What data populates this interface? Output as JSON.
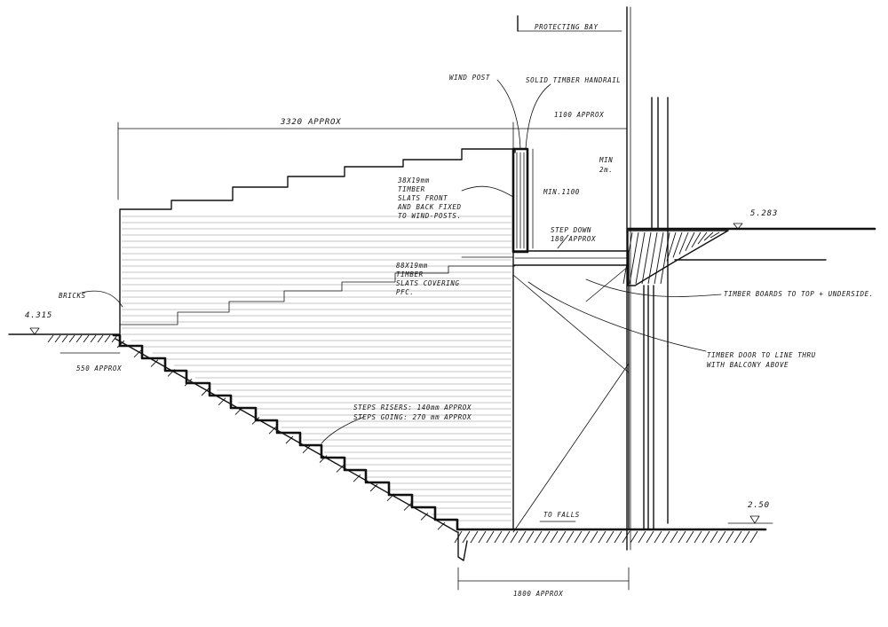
{
  "labels": {
    "protecting_bay": "PROTECTING BAY",
    "wind_post": "WIND POST",
    "handrail": "SOLID TIMBER HANDRAIL",
    "dim_3320": "3320 APPROX",
    "dim_1100": "1100 APPROX",
    "min_2m_1": "MIN",
    "min_2m_2": "2m.",
    "min_1100": "MIN.1100",
    "slats_1": "38X19mm",
    "slats_2": "TIMBER",
    "slats_3": "SLATS FRONT",
    "slats_4": "AND BACK FIXED",
    "slats_5": "TO WIND-POSTS.",
    "step_down_1": "STEP DOWN",
    "step_down_2": "180 APPROX",
    "level_right_top": "5.283",
    "slats_pfc_1": "88X19mm",
    "slats_pfc_2": "TIMBER",
    "slats_pfc_3": "SLATS COVERING",
    "slats_pfc_4": "PFC.",
    "boards_note": "TIMBER BOARDS TO TOP + UNDERSIDE.",
    "door_note_1": "TIMBER DOOR TO LINE THRU",
    "door_note_2": "WITH BALCONY ABOVE",
    "bricks": "BRICKS",
    "level_left": "4.315",
    "dim_550": "550 APPROX",
    "steps_1": "STEPS RISERS: 140mm APPROX",
    "steps_2": "STEPS GOING: 270 mm APPROX",
    "level_right_bottom": "2.50",
    "to_falls": "TO FALLS",
    "dim_1800": "1800 APPROX"
  }
}
